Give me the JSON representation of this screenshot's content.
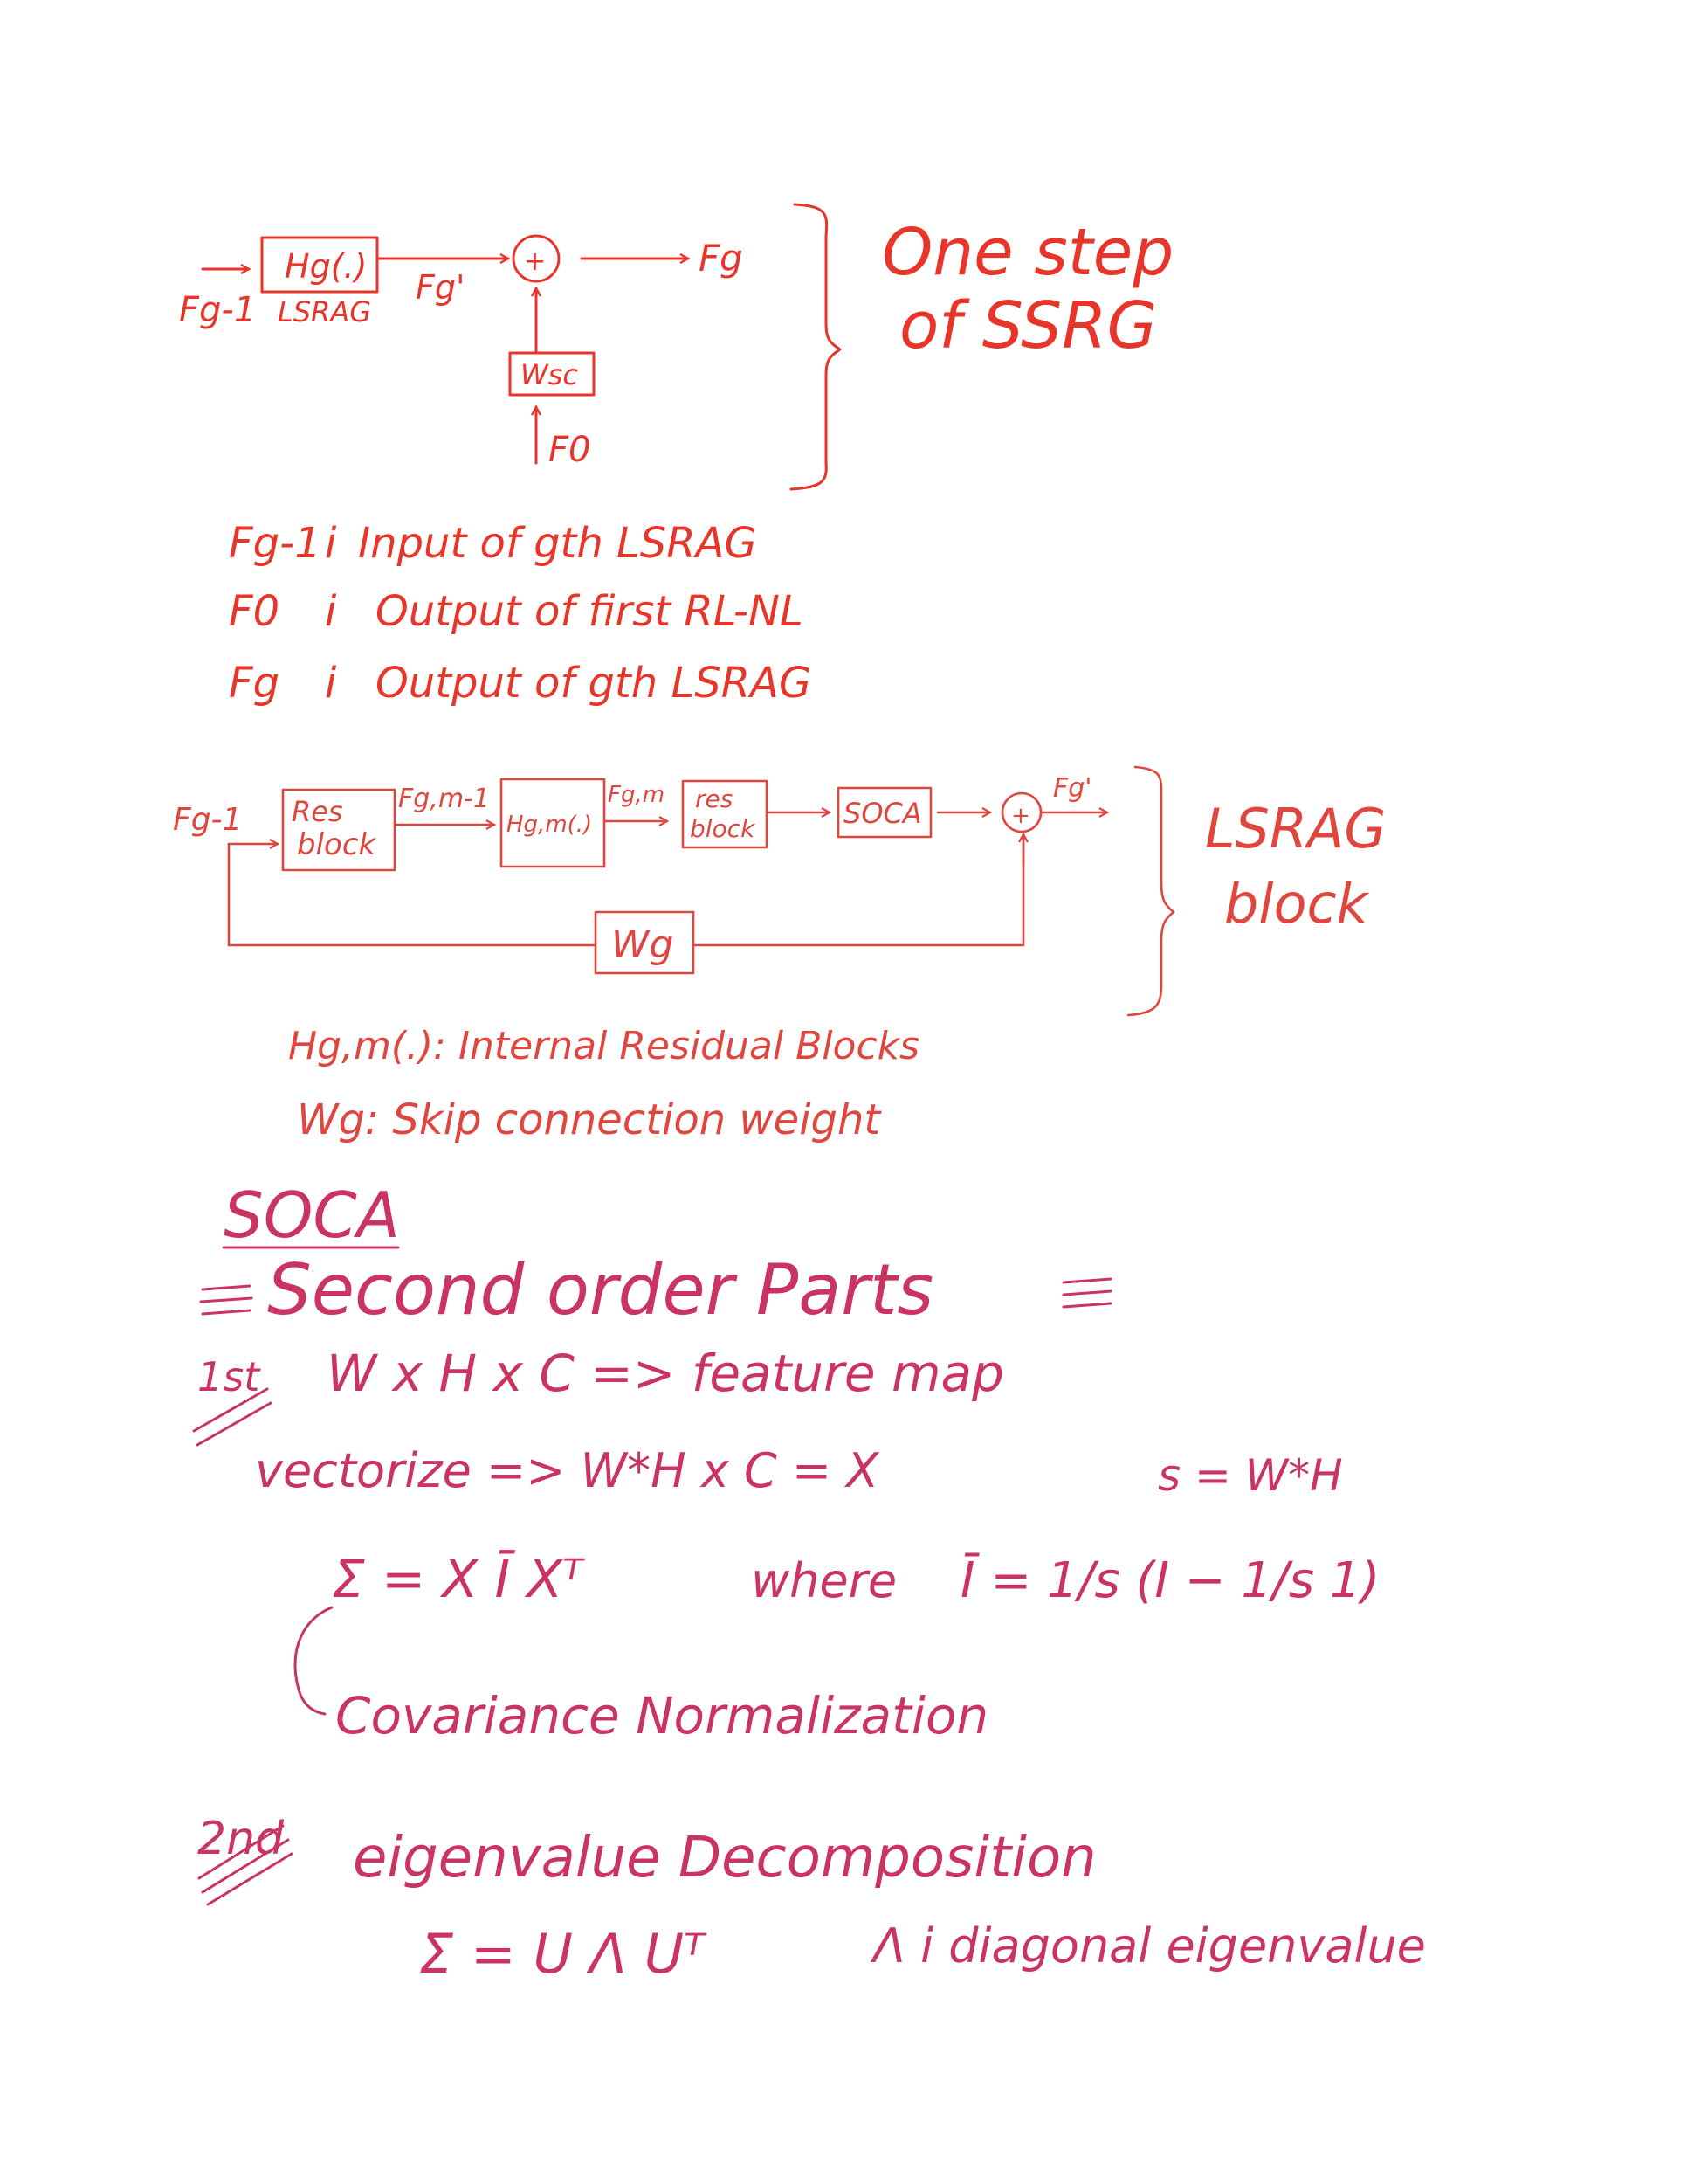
{
  "colors": {
    "red": "#e8352a",
    "salmon": "#e0463e",
    "magenta": "#c93461"
  },
  "ssrg_step": {
    "input": "Fg-1",
    "block": "Hg(.)",
    "block_sub": "LSRAG",
    "mid": "Fg'",
    "plus": "+",
    "output": "Fg",
    "wsc": "Wsc",
    "f0": "F0",
    "caption_line1": "One step",
    "caption_line2": "of SSRG"
  },
  "ssrg_defs": [
    {
      "sym": "Fg-1",
      "sep": "i",
      "text": "Input of gth LSRAG"
    },
    {
      "sym": "F0",
      "sep": "i",
      "text": "Output of first RL-NL"
    },
    {
      "sym": "Fg",
      "sep": "i",
      "text": "Output of gth LSRAG"
    }
  ],
  "lsrag": {
    "input": "Fg-1",
    "res1_l1": "Res",
    "res1_l2": "block",
    "edge1": "Fg,m-1",
    "hgm": "Hg,m(.)",
    "edge2": "Fg,m",
    "res2_l1": "res",
    "res2_l2": "block",
    "soca": "SOCA",
    "plus": "+",
    "out": "Fg'",
    "wg": "Wg",
    "caption_line1": "LSRAG",
    "caption_line2": "block",
    "def1": "Hg,m(.): Internal Residual Blocks",
    "def2": "Wg: Skip connection weight"
  },
  "soca_notes": {
    "title": "SOCA",
    "heading": "Second order Parts",
    "step1_label": "1st",
    "step1_text": "W x H x C => feature map",
    "vectorize": "vectorize => W*H x C = X",
    "s_def": "s = W*H",
    "sigma_eq": "Σ = X Ī Xᵀ",
    "where": "where",
    "ibar": "Ī = 1/s (I − 1/s 1)",
    "cov_norm": "Covariance Normalization",
    "step2_label": "2nd",
    "eig_title": "eigenvalue Decomposition",
    "eig_eq": "Σ = U Λ Uᵀ",
    "lambda_def": "Λ i diagonal eigenvalue"
  }
}
